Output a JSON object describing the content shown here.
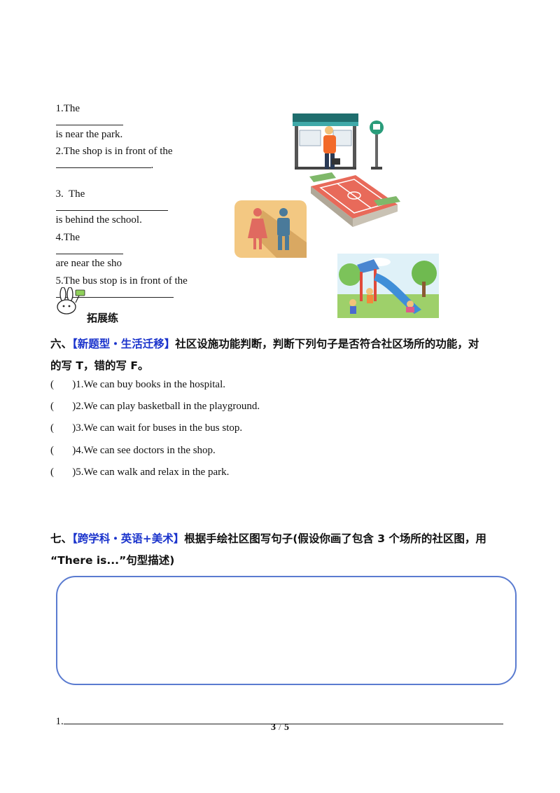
{
  "fill": [
    {
      "pre": "1.The",
      "post": "is near the park."
    },
    {
      "pre": "2.The shop is in front of the",
      "post": "."
    },
    {
      "pre": "3.  The",
      "post": "is behind the school."
    },
    {
      "pre": "4.The",
      "post": "are near the sho"
    },
    {
      "pre": "5.The bus stop is in front of the",
      "post": ""
    }
  ],
  "extension": {
    "label": "拓展练"
  },
  "section6": {
    "num": "六、",
    "tag": "【新题型・生活迁移】",
    "text1": "社区设施功能判断，判断下列句子是否符合社区场所的功能，对",
    "text2": "的写 T，错的写 F。",
    "items": [
      "(       )1.We can buy books in the hospital.",
      "(       )2.We can play basketball in the playground.",
      "(       )3.We can wait for buses in the bus stop.",
      "(       )4.We can see doctors in the shop.",
      "(       )5.We can walk and relax in the park."
    ]
  },
  "section7": {
    "num": "七、",
    "tag": "【跨学科・英语+美术】",
    "text1": "根据手绘社区图写句子(假设你画了包含 3 个场所的社区图，用",
    "text2": "“There is...”句型描述)",
    "line1": "1."
  },
  "page": {
    "current": "3",
    "sep": "/",
    "total": "5"
  },
  "icons": [
    "bus-stop-icon",
    "basketball-court-icon",
    "restroom-icon",
    "playground-icon",
    "rabbit-icon"
  ]
}
